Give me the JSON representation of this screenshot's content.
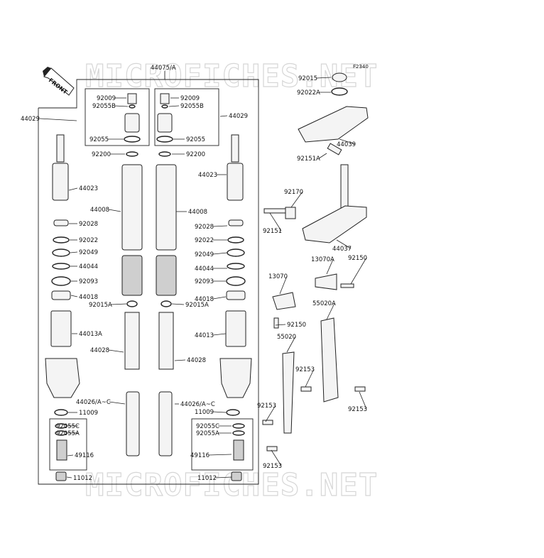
{
  "watermark": {
    "text": "MICROFICHES.NET"
  },
  "figure_code": "F2340",
  "front_label": "FRONT",
  "assembly_label": "44075/A",
  "callouts": [
    {
      "key": "c44029L",
      "text": "44029"
    },
    {
      "key": "c92009L",
      "text": "92009"
    },
    {
      "key": "c92055BL",
      "text": "92055B"
    },
    {
      "key": "c92055L",
      "text": "92055"
    },
    {
      "key": "c92200L",
      "text": "92200"
    },
    {
      "key": "c44023L",
      "text": "44023"
    },
    {
      "key": "c44008L",
      "text": "44008"
    },
    {
      "key": "c92028L",
      "text": "92028"
    },
    {
      "key": "c92022L",
      "text": "92022"
    },
    {
      "key": "c92049L",
      "text": "92049"
    },
    {
      "key": "c44044L",
      "text": "44044"
    },
    {
      "key": "c92093L",
      "text": "92093"
    },
    {
      "key": "c44018L",
      "text": "44018"
    },
    {
      "key": "c92015AL",
      "text": "92015A"
    },
    {
      "key": "c44013AL",
      "text": "44013A"
    },
    {
      "key": "c44028L",
      "text": "44028"
    },
    {
      "key": "c44026L",
      "text": "44026/A~C"
    },
    {
      "key": "c11009L",
      "text": "11009"
    },
    {
      "key": "c92055CL",
      "text": "92055C"
    },
    {
      "key": "c92055AL",
      "text": "92055A"
    },
    {
      "key": "c49116L",
      "text": "49116"
    },
    {
      "key": "c11012L",
      "text": "11012"
    },
    {
      "key": "c92009R",
      "text": "92009"
    },
    {
      "key": "c92055BR",
      "text": "92055B"
    },
    {
      "key": "c44029R",
      "text": "44029"
    },
    {
      "key": "c92055R",
      "text": "92055"
    },
    {
      "key": "c92200R",
      "text": "92200"
    },
    {
      "key": "c44023R",
      "text": "44023"
    },
    {
      "key": "c44008R",
      "text": "44008"
    },
    {
      "key": "c92028R",
      "text": "92028"
    },
    {
      "key": "c92022R",
      "text": "92022"
    },
    {
      "key": "c92049R",
      "text": "92049"
    },
    {
      "key": "c44044R",
      "text": "44044"
    },
    {
      "key": "c92093R",
      "text": "92093"
    },
    {
      "key": "c44018R",
      "text": "44018"
    },
    {
      "key": "c92015AR",
      "text": "92015A"
    },
    {
      "key": "c44013R",
      "text": "44013"
    },
    {
      "key": "c44028R",
      "text": "44028"
    },
    {
      "key": "c44026R",
      "text": "44026/A~C"
    },
    {
      "key": "c11009R",
      "text": "11009"
    },
    {
      "key": "c92055CR",
      "text": "92055C"
    },
    {
      "key": "c92055AR",
      "text": "92055A"
    },
    {
      "key": "c49116R",
      "text": "49116"
    },
    {
      "key": "c11012R",
      "text": "11012"
    },
    {
      "key": "c92015",
      "text": "92015"
    },
    {
      "key": "c92022A",
      "text": "92022A"
    },
    {
      "key": "c44039",
      "text": "44039"
    },
    {
      "key": "c92151A",
      "text": "92151A"
    },
    {
      "key": "c92170",
      "text": "92170"
    },
    {
      "key": "c92151",
      "text": "92151"
    },
    {
      "key": "c44037",
      "text": "44037"
    },
    {
      "key": "c13070A",
      "text": "13070A"
    },
    {
      "key": "c92150a",
      "text": "92150"
    },
    {
      "key": "c13070",
      "text": "13070"
    },
    {
      "key": "c55020A",
      "text": "55020A"
    },
    {
      "key": "c92150b",
      "text": "92150"
    },
    {
      "key": "c55020",
      "text": "55020"
    },
    {
      "key": "c92153a",
      "text": "92153"
    },
    {
      "key": "c92153b",
      "text": "92153"
    },
    {
      "key": "c92153c",
      "text": "92153"
    },
    {
      "key": "c92153d",
      "text": "92153"
    }
  ]
}
